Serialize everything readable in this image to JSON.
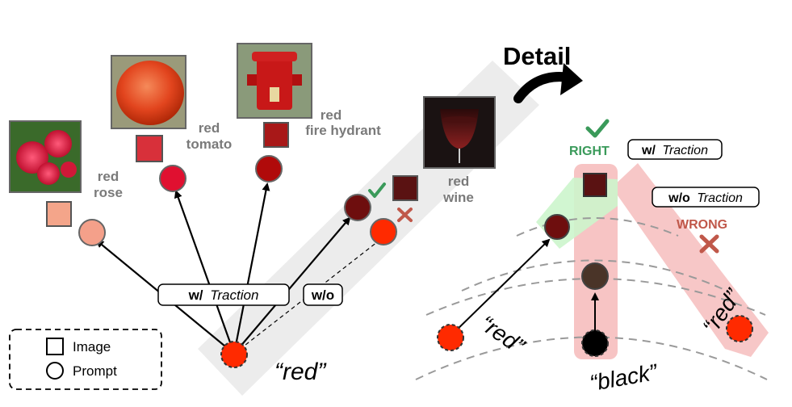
{
  "left": {
    "items": [
      {
        "label_line1": "red",
        "label_line2": "rose",
        "image": "red-rose-photo",
        "swatch": "#f4a58a",
        "prompt_color": "#f4a08a"
      },
      {
        "label_line1": "red",
        "label_line2": "tomato",
        "image": "tomato-photo",
        "swatch": "#d8303a",
        "prompt_color": "#e01030"
      },
      {
        "label_line1": "red",
        "label_line2": "fire hydrant",
        "image": "fire-hydrant-photo",
        "swatch": "#a81818",
        "prompt_color": "#b00a0a"
      },
      {
        "label_line1": "red",
        "label_line2": "wine",
        "image": "red-wine-photo",
        "swatch": "#5a1212",
        "prompt_color": "#6e0e0e"
      }
    ],
    "wo_prompt_color": "#ff2a00",
    "source_prompt": "“red”",
    "with_traction_label": {
      "bold": "w/",
      "italic": "Traction"
    },
    "without_label": "w/o"
  },
  "legend": {
    "image_label": "Image",
    "prompt_label": "Prompt"
  },
  "detail": {
    "title": "Detail",
    "right_label": "RIGHT",
    "wrong_label": "WRONG",
    "with_traction_box": {
      "bold": "w/",
      "italic": "Traction"
    },
    "without_traction_box": {
      "bold": "w/o",
      "italic": "Traction"
    },
    "word_red": "“red”",
    "word_black": "“black”",
    "word_red_diag": "“red”"
  },
  "colors": {
    "right_green": "#3a9a5a",
    "wrong_red": "#c0584a",
    "shade_gray": "#ececec",
    "shade_pink": "#f7c4c4",
    "shade_green": "#ccf5cc"
  }
}
